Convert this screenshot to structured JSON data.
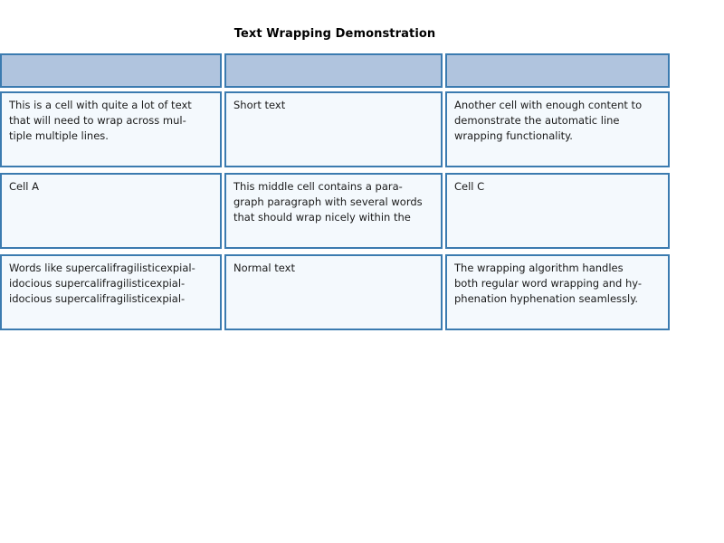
{
  "document": {
    "title": "Text Wrapping Demonstration"
  },
  "colors": {
    "page_background": "#ffffff",
    "border": "#3b7bb0",
    "header_fill": "#b0c4de",
    "cell_fill": "#f4f9fd",
    "text": "#1a1a1a",
    "title_text": "#000000"
  },
  "table": {
    "name": "text-wrapping-table",
    "column_count": 3,
    "row_count": 4,
    "header": {
      "cells": [
        {
          "text": ""
        },
        {
          "text": ""
        },
        {
          "text": ""
        }
      ]
    },
    "rows": [
      {
        "cells": [
          {
            "text": "This is a cell with quite a lot of text\nthat will need to wrap across mul-\ntiple multiple lines."
          },
          {
            "text": "Short text"
          },
          {
            "text": "Another cell with enough content to\ndemonstrate the automatic line\nwrapping functionality."
          }
        ]
      },
      {
        "cells": [
          {
            "text": "Cell A"
          },
          {
            "text": "This middle cell contains a para-\ngraph paragraph with several words\nthat should wrap nicely within the"
          },
          {
            "text": "Cell C"
          }
        ]
      },
      {
        "cells": [
          {
            "text": "Words like supercalifragilisticexpial-\nidocious supercalifragilisticexpial-\nidocious supercalifragilisticexpial-"
          },
          {
            "text": "Normal text"
          },
          {
            "text": "The wrapping algorithm handles\nboth regular word wrapping and hy-\nphenation hyphenation seamlessly."
          }
        ]
      }
    ]
  }
}
